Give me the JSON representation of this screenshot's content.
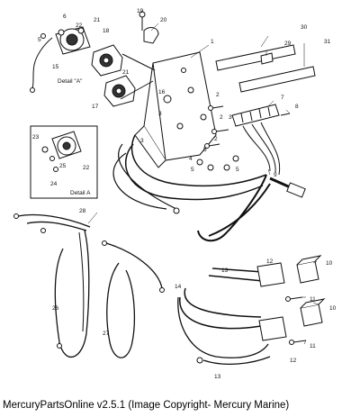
{
  "caption": "MercuryPartsOnline v2.5.1 (Image Copyright- Mercury Marine)",
  "details": {
    "detail_a_upper": "Detail \"A\"",
    "detail_a_lower": "Detail A"
  },
  "callouts": {
    "c1": "1",
    "c2a": "2",
    "c2b": "2",
    "c2c": "2",
    "c3a": "3",
    "c3b": "3",
    "c3c": "3",
    "c4": "4",
    "c5a": "5",
    "c5b": "5",
    "c5c": "5",
    "c5d": "5",
    "c6": "6",
    "c7": "7",
    "c8": "8",
    "c9": "9",
    "c10a": "10",
    "c10b": "10",
    "c11a": "11",
    "c11b": "11",
    "c12a": "12",
    "c12b": "12",
    "c13a": "13",
    "c13b": "13",
    "c14": "14",
    "c15": "15",
    "c16": "16",
    "c17": "17",
    "c18": "18",
    "c19": "19",
    "c20": "20",
    "c21a": "21",
    "c21b": "21",
    "c22a": "22",
    "c22b": "22",
    "c23": "23",
    "c24": "24",
    "c25": "25",
    "c26": "26",
    "c27": "27",
    "c28": "28",
    "c29": "29",
    "c30": "30",
    "c31": "31"
  }
}
